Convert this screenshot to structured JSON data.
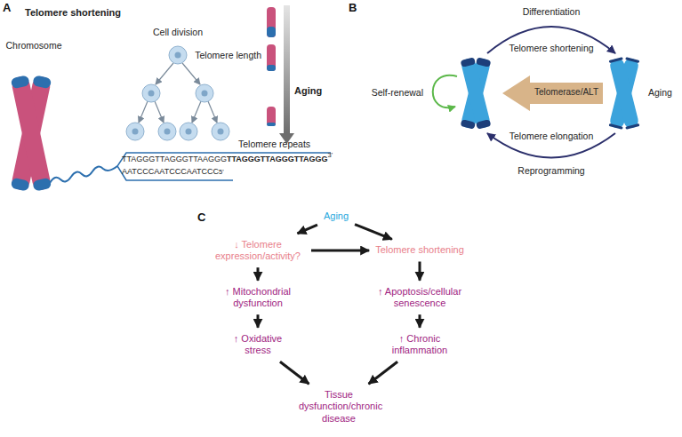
{
  "diagram": {
    "nodes": [
      {
        "text": [
          "Aging"
        ]
      },
      {
        "text": [
          "↓ Telomere expression/activity?"
        ]
      },
      {
        "text": [
          "Telomere shortening"
        ]
      },
      {
        "text": [
          "↑ Mitochondrial dysfunction"
        ]
      },
      {
        "text": [
          "↑ Apoptosis/cellular senescence"
        ]
      },
      {
        "text": [
          "↑ Oxidative stress"
        ]
      },
      {
        "text": [
          "↑ Chronic inflammation"
        ]
      },
      {
        "text": [
          "Tissue dysfunction/chronic disease"
        ]
      }
    ],
    "edges": [
      {
        "from": 0,
        "to": 1,
        "arrow": "to"
      },
      {
        "from": 0,
        "to": 2,
        "arrow": "to"
      },
      {
        "from": 1,
        "to": 2,
        "arrow": "to"
      },
      {
        "from": 1,
        "to": 3,
        "arrow": "to"
      },
      {
        "from": 3,
        "to": 5,
        "arrow": "to"
      },
      {
        "from": 2,
        "to": 4,
        "arrow": "to"
      },
      {
        "from": 4,
        "to": 6,
        "arrow": "to"
      },
      {
        "from": 5,
        "to": 7,
        "arrow": "to"
      },
      {
        "from": 6,
        "to": 7,
        "arrow": "to"
      }
    ],
    "labels": [
      "A",
      "Telomere shortening",
      "Chromosome",
      "Cell division",
      "Telomere length",
      "Aging",
      "Telomere repeats",
      "TTAGGGTTAGGGTTAAGGG",
      "TTAGGGTTAGGGTTAGGG",
      "3'",
      "AATCCCAATCCCAATCCC",
      "5'",
      "B",
      "Differentiation",
      "Telomere shortening",
      "Self-renewal",
      "Telomerase/ALT",
      "Aging",
      "Telomere elongation",
      "Reprogramming",
      "C"
    ]
  }
}
